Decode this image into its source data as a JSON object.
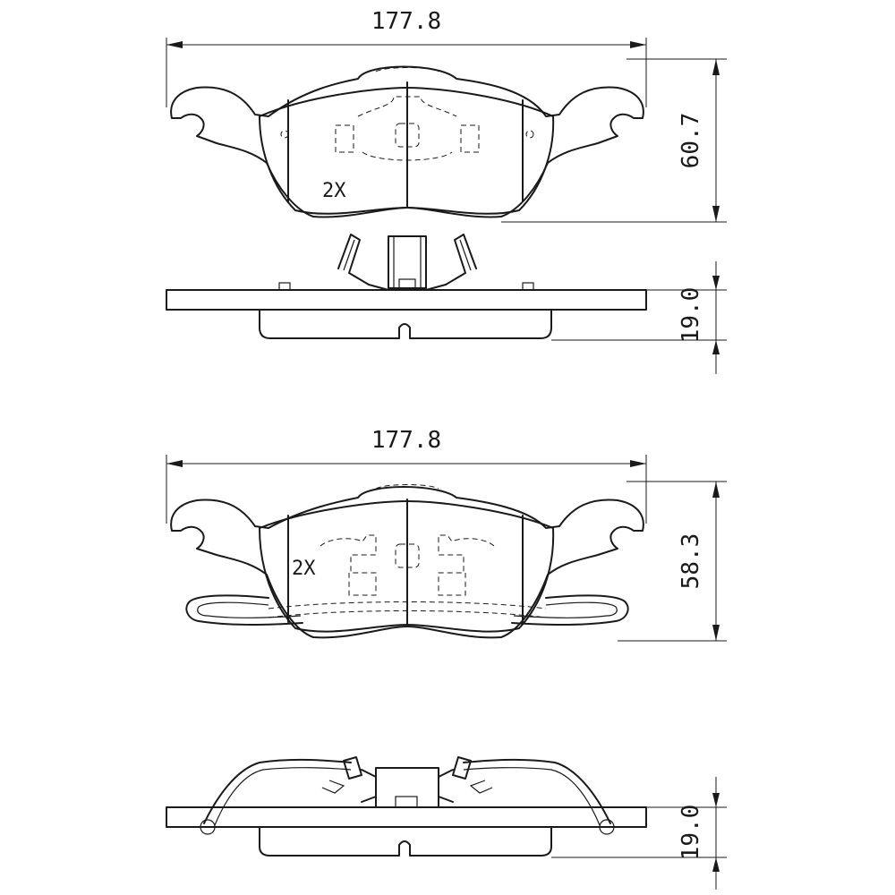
{
  "upper_pad": {
    "width_label": "177.8",
    "height_label": "60.7",
    "thickness_label": "19.0",
    "quantity_label": "2X"
  },
  "lower_pad": {
    "width_label": "177.8",
    "height_label": "58.3",
    "thickness_label": "19.0",
    "quantity_label": "2X"
  }
}
